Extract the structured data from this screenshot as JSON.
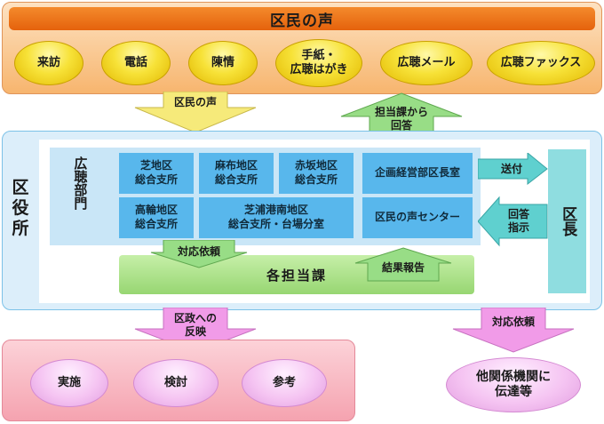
{
  "voice_panel": {
    "title": "区民の声",
    "channels": [
      "来訪",
      "電話",
      "陳情",
      "手紙・\n広聴はがき",
      "広聴メール",
      "広聴ファックス"
    ]
  },
  "arrows": {
    "voice_down": "区民の声",
    "reply_up": "担当課から\n回答",
    "send": "送付",
    "reply_instruction": "回答\n指示",
    "request_down": "対応依頼",
    "result_report": "結果報告",
    "reflect": "区政への\n反映",
    "other_request": "対応依頼"
  },
  "ward_office": {
    "label": "区役所",
    "public_hearing_section": "広聴部門",
    "offices": [
      "芝地区\n総合支所",
      "麻布地区\n総合支所",
      "赤坂地区\n総合支所",
      "企画経営部区長室",
      "高輪地区\n総合支所",
      "芝浦港南地区\n総合支所・台場分室",
      "区民の声センター"
    ],
    "mayor": "区長",
    "departments": "各担当課"
  },
  "reflection_panel": {
    "items": [
      "実施",
      "検討",
      "参考"
    ]
  },
  "other_agencies": "他関係機関に\n伝達等",
  "colors": {
    "orange_panel": "#f7b56e",
    "title_bar": "#e5620c",
    "blue_cell": "#58b7ec",
    "teal_arrow": "#5fd0cf",
    "green_arrow": "#98dd86",
    "pink_arrow": "#f19be8",
    "yellow_arrow": "#f6ea7a"
  }
}
